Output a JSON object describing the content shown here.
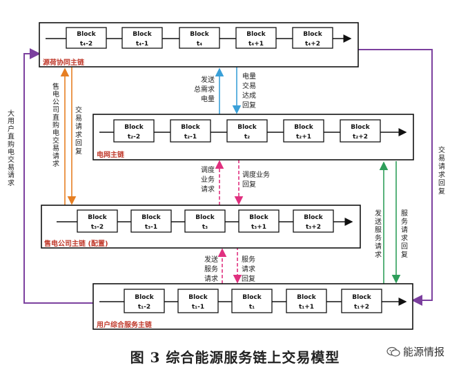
{
  "chains": [
    {
      "id": "source",
      "label": "源荷协同主链",
      "blocks": [
        [
          "Block",
          "t₄-2"
        ],
        [
          "Block",
          "t₄-1"
        ],
        [
          "Block",
          "t₄"
        ],
        [
          "Block",
          "t₄+1"
        ],
        [
          "Block",
          "t₄+2"
        ]
      ]
    },
    {
      "id": "grid",
      "label": "电网主链",
      "blocks": [
        [
          "Block",
          "t₂-2"
        ],
        [
          "Block",
          "t₂-1"
        ],
        [
          "Block",
          "t₂"
        ],
        [
          "Block",
          "t₂+1"
        ],
        [
          "Block",
          "t₂+2"
        ]
      ]
    },
    {
      "id": "retail",
      "label": "售电公司主链 (配置)",
      "blocks": [
        [
          "Block",
          "t₃-2"
        ],
        [
          "Block",
          "t₃-1"
        ],
        [
          "Block",
          "t₃"
        ],
        [
          "Block",
          "t₃+1"
        ],
        [
          "Block",
          "t₃+2"
        ]
      ]
    },
    {
      "id": "user",
      "label": "用户综合服务主链",
      "blocks": [
        [
          "Block",
          "t₁-2"
        ],
        [
          "Block",
          "t₁-1"
        ],
        [
          "Block",
          "t₁"
        ],
        [
          "Block",
          "t₁+1"
        ],
        [
          "Block",
          "t₁+2"
        ]
      ]
    }
  ],
  "flows": {
    "large_user_request": "大用户直购电交易请求",
    "retail_direct_request": "售电公司直购电交易请求",
    "trade_reply_left": "交易请求回复",
    "send_total_demand": [
      "发送",
      "总需求",
      "电量"
    ],
    "trade_done_reply": [
      "电量",
      "交易",
      "达成",
      "回复"
    ],
    "dispatch_request": [
      "调度",
      "业务",
      "请求"
    ],
    "dispatch_reply": [
      "调度业务",
      "回复"
    ],
    "send_service_request_left": [
      "发送",
      "服务",
      "请求"
    ],
    "service_reply_left": [
      "服务",
      "请求",
      "回复"
    ],
    "send_service_request_right": "发送服务请求",
    "service_reply_right": "服务请求回复",
    "trade_reply_right": "交易请求回复"
  },
  "caption": "图 3  综合能源服务链上交易模型",
  "brand": "能源情报",
  "colors": {
    "purple": "#7b3f9e",
    "orange": "#e67e22",
    "blue": "#3aa0d8",
    "pink": "#e0307f",
    "green": "#2e9e5a",
    "red_label": "#c0392b"
  }
}
